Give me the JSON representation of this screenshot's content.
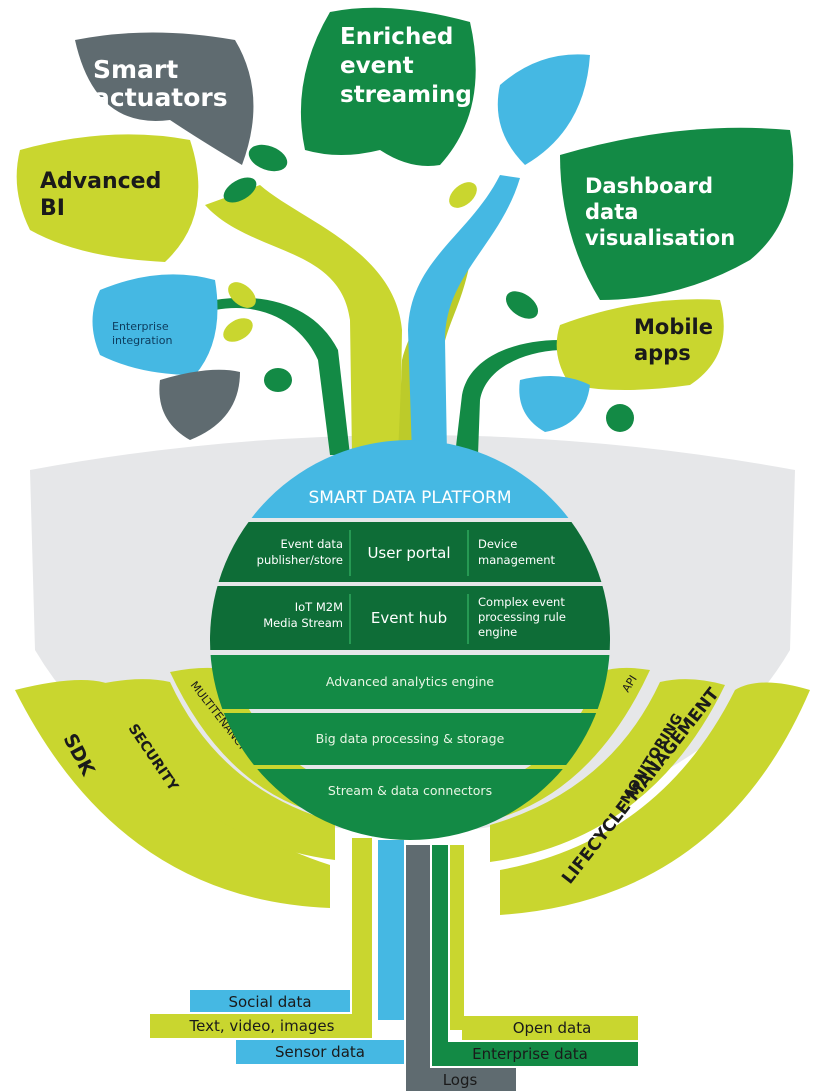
{
  "leaves": {
    "smart_actuators": [
      "Smart",
      "actuators"
    ],
    "enriched_event_streaming": [
      "Enriched",
      "event",
      "streaming"
    ],
    "advanced_bi": [
      "Advanced",
      "BI"
    ],
    "dashboard_data_visualisation": [
      "Dashboard",
      "data",
      "visualisation"
    ],
    "enterprise_integration": [
      "Enterprise",
      "integration"
    ],
    "mobile_apps": [
      "Mobile",
      "apps"
    ]
  },
  "platform": {
    "title": "SMART DATA PLATFORM",
    "row1": {
      "left": [
        "Event data",
        "publisher/store"
      ],
      "center": "User portal",
      "right": [
        "Device",
        "management"
      ]
    },
    "row2": {
      "left": [
        "IoT M2M",
        "Media Stream"
      ],
      "center": "Event hub",
      "right": [
        "Complex event",
        "processing rule",
        "engine"
      ]
    },
    "layers": [
      "Advanced analytics engine",
      "Big data processing & storage",
      "Stream & data connectors"
    ]
  },
  "arcs": {
    "left": [
      "SDK",
      "SECURITY",
      "MULTITENANCY"
    ],
    "right": [
      "API",
      "MONITORING",
      "LIFECYCLE MANAGEMENT"
    ]
  },
  "sources": {
    "social": "Social data",
    "text_video": "Text, video, images",
    "sensor": "Sensor data",
    "open": "Open data",
    "enterprise": "Enterprise data",
    "logs": "Logs"
  },
  "colors": {
    "dark_green": "#138a45",
    "deep_green": "#0e6d37",
    "lime": "#c9d62f",
    "sky_blue": "#45b8e3",
    "slate_grey": "#5f6b70",
    "pale_grey": "#e6e7e9"
  }
}
